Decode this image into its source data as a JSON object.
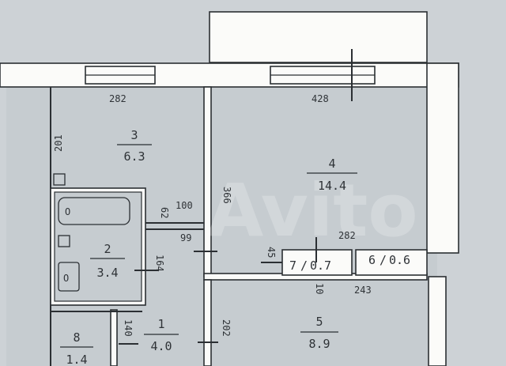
{
  "rooms": [
    {
      "id": "3",
      "area": "6.3"
    },
    {
      "id": "4",
      "area": "14.4"
    },
    {
      "id": "2",
      "area": "3.4"
    },
    {
      "id": "7",
      "area": "0.7"
    },
    {
      "id": "6",
      "area": "0.6"
    },
    {
      "id": "8",
      "area": "1.4"
    },
    {
      "id": "1",
      "area": "4.0"
    },
    {
      "id": "5",
      "area": "8.9"
    }
  ],
  "dimensions": {
    "d282_top": "282",
    "d428": "428",
    "d201": "201",
    "d366": "366",
    "d62": "62",
    "d100": "100",
    "d99": "99",
    "d164": "164",
    "d45": "45",
    "d282_mid": "282",
    "d10": "10",
    "d243": "243",
    "d140": "140",
    "d202": "202"
  },
  "watermark": "Avito"
}
